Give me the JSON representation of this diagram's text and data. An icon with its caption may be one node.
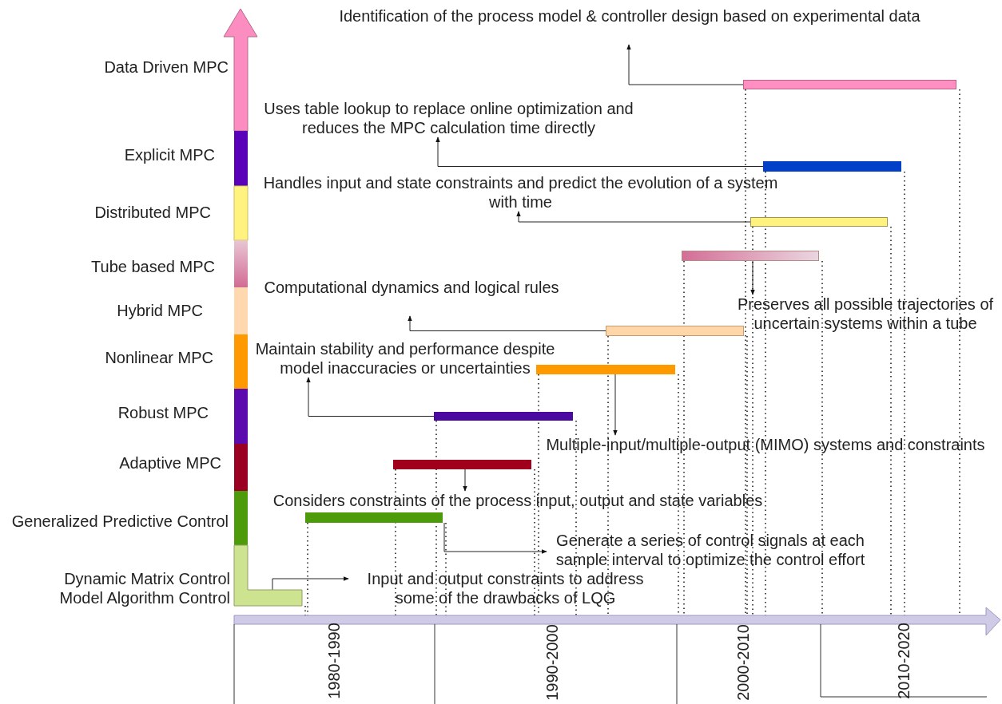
{
  "diagram": {
    "nodes": [
      {
        "text": [],
        "shape": "arrow",
        "beside": [
          "Data Driven MPC"
        ]
      },
      {
        "text": [],
        "shape": "bar",
        "beside": [
          "Explicit MPC"
        ]
      },
      {
        "text": [],
        "shape": "bar",
        "beside": [
          "Distributed MPC"
        ]
      },
      {
        "text": [],
        "shape": "bar",
        "beside": [
          "Tube based MPC"
        ]
      },
      {
        "text": [],
        "shape": "bar",
        "beside": [
          "Hybrid MPC"
        ]
      },
      {
        "text": [],
        "shape": "bar",
        "beside": [
          "Nonlinear MPC"
        ]
      },
      {
        "text": [],
        "shape": "bar",
        "beside": [
          "Robust MPC"
        ]
      },
      {
        "text": [],
        "shape": "bar",
        "beside": [
          "Adaptive MPC"
        ]
      },
      {
        "text": [],
        "shape": "bar",
        "beside": [
          "Generalized Predictive Control"
        ]
      },
      {
        "text": [],
        "shape": "bar",
        "beside": [
          "Dynamic Matrix Control",
          "Model Algorithm Control"
        ]
      },
      {
        "text": [],
        "shape": "bar"
      },
      {
        "text": [],
        "shape": "bar"
      },
      {
        "text": [],
        "shape": "bar"
      },
      {
        "text": [],
        "shape": "bar"
      },
      {
        "text": [],
        "shape": "bar"
      },
      {
        "text": [],
        "shape": "bar"
      },
      {
        "text": [],
        "shape": "bar"
      },
      {
        "text": [],
        "shape": "bar"
      },
      {
        "text": [],
        "shape": "bar"
      },
      {
        "text": [
          "Identification of the process model & controller design based on experimental data"
        ]
      },
      {
        "text": [
          "Uses table lookup to replace online optimization and reduces the MPC calculation time directly"
        ]
      },
      {
        "text": [
          "Handles input and state constraints and predict the evolution of a system with time"
        ]
      },
      {
        "text": [
          "Computational dynamics and logical rules"
        ]
      },
      {
        "text": [
          "Preserves all possible trajectories of uncertain systems within a tube"
        ]
      },
      {
        "text": [
          "Maintain stability and performance despite model inaccuracies or uncertainties"
        ]
      },
      {
        "text": [
          "Multiple-input/multiple-output (MIMO) systems and constraints"
        ]
      },
      {
        "text": [
          "Considers constraints of the process input, output and state variables"
        ]
      },
      {
        "text": [
          "Generate a series of control signals at each sample interval to optimize the control effort"
        ]
      },
      {
        "text": [
          "Input and output constraints to address some of the drawbacks of LQG"
        ]
      }
    ],
    "edges": [
      {
        "from": 10,
        "to": 19,
        "arrow": "to"
      },
      {
        "from": 11,
        "to": 20,
        "arrow": "to"
      },
      {
        "from": 12,
        "to": 21,
        "arrow": "to"
      },
      {
        "from": 13,
        "to": 23,
        "arrow": "to"
      },
      {
        "from": 14,
        "to": 22,
        "arrow": "to"
      },
      {
        "from": 15,
        "to": 25,
        "arrow": "to"
      },
      {
        "from": 16,
        "to": 24,
        "arrow": "to"
      },
      {
        "from": 17,
        "to": 26,
        "arrow": "to"
      },
      {
        "from": 18,
        "to": 27,
        "arrow": "to"
      },
      {
        "from": 9,
        "to": 28,
        "arrow": "to"
      }
    ],
    "labels": [
      "1980-1990",
      "1990-2000",
      "2000-2010",
      "2010-2020"
    ]
  }
}
